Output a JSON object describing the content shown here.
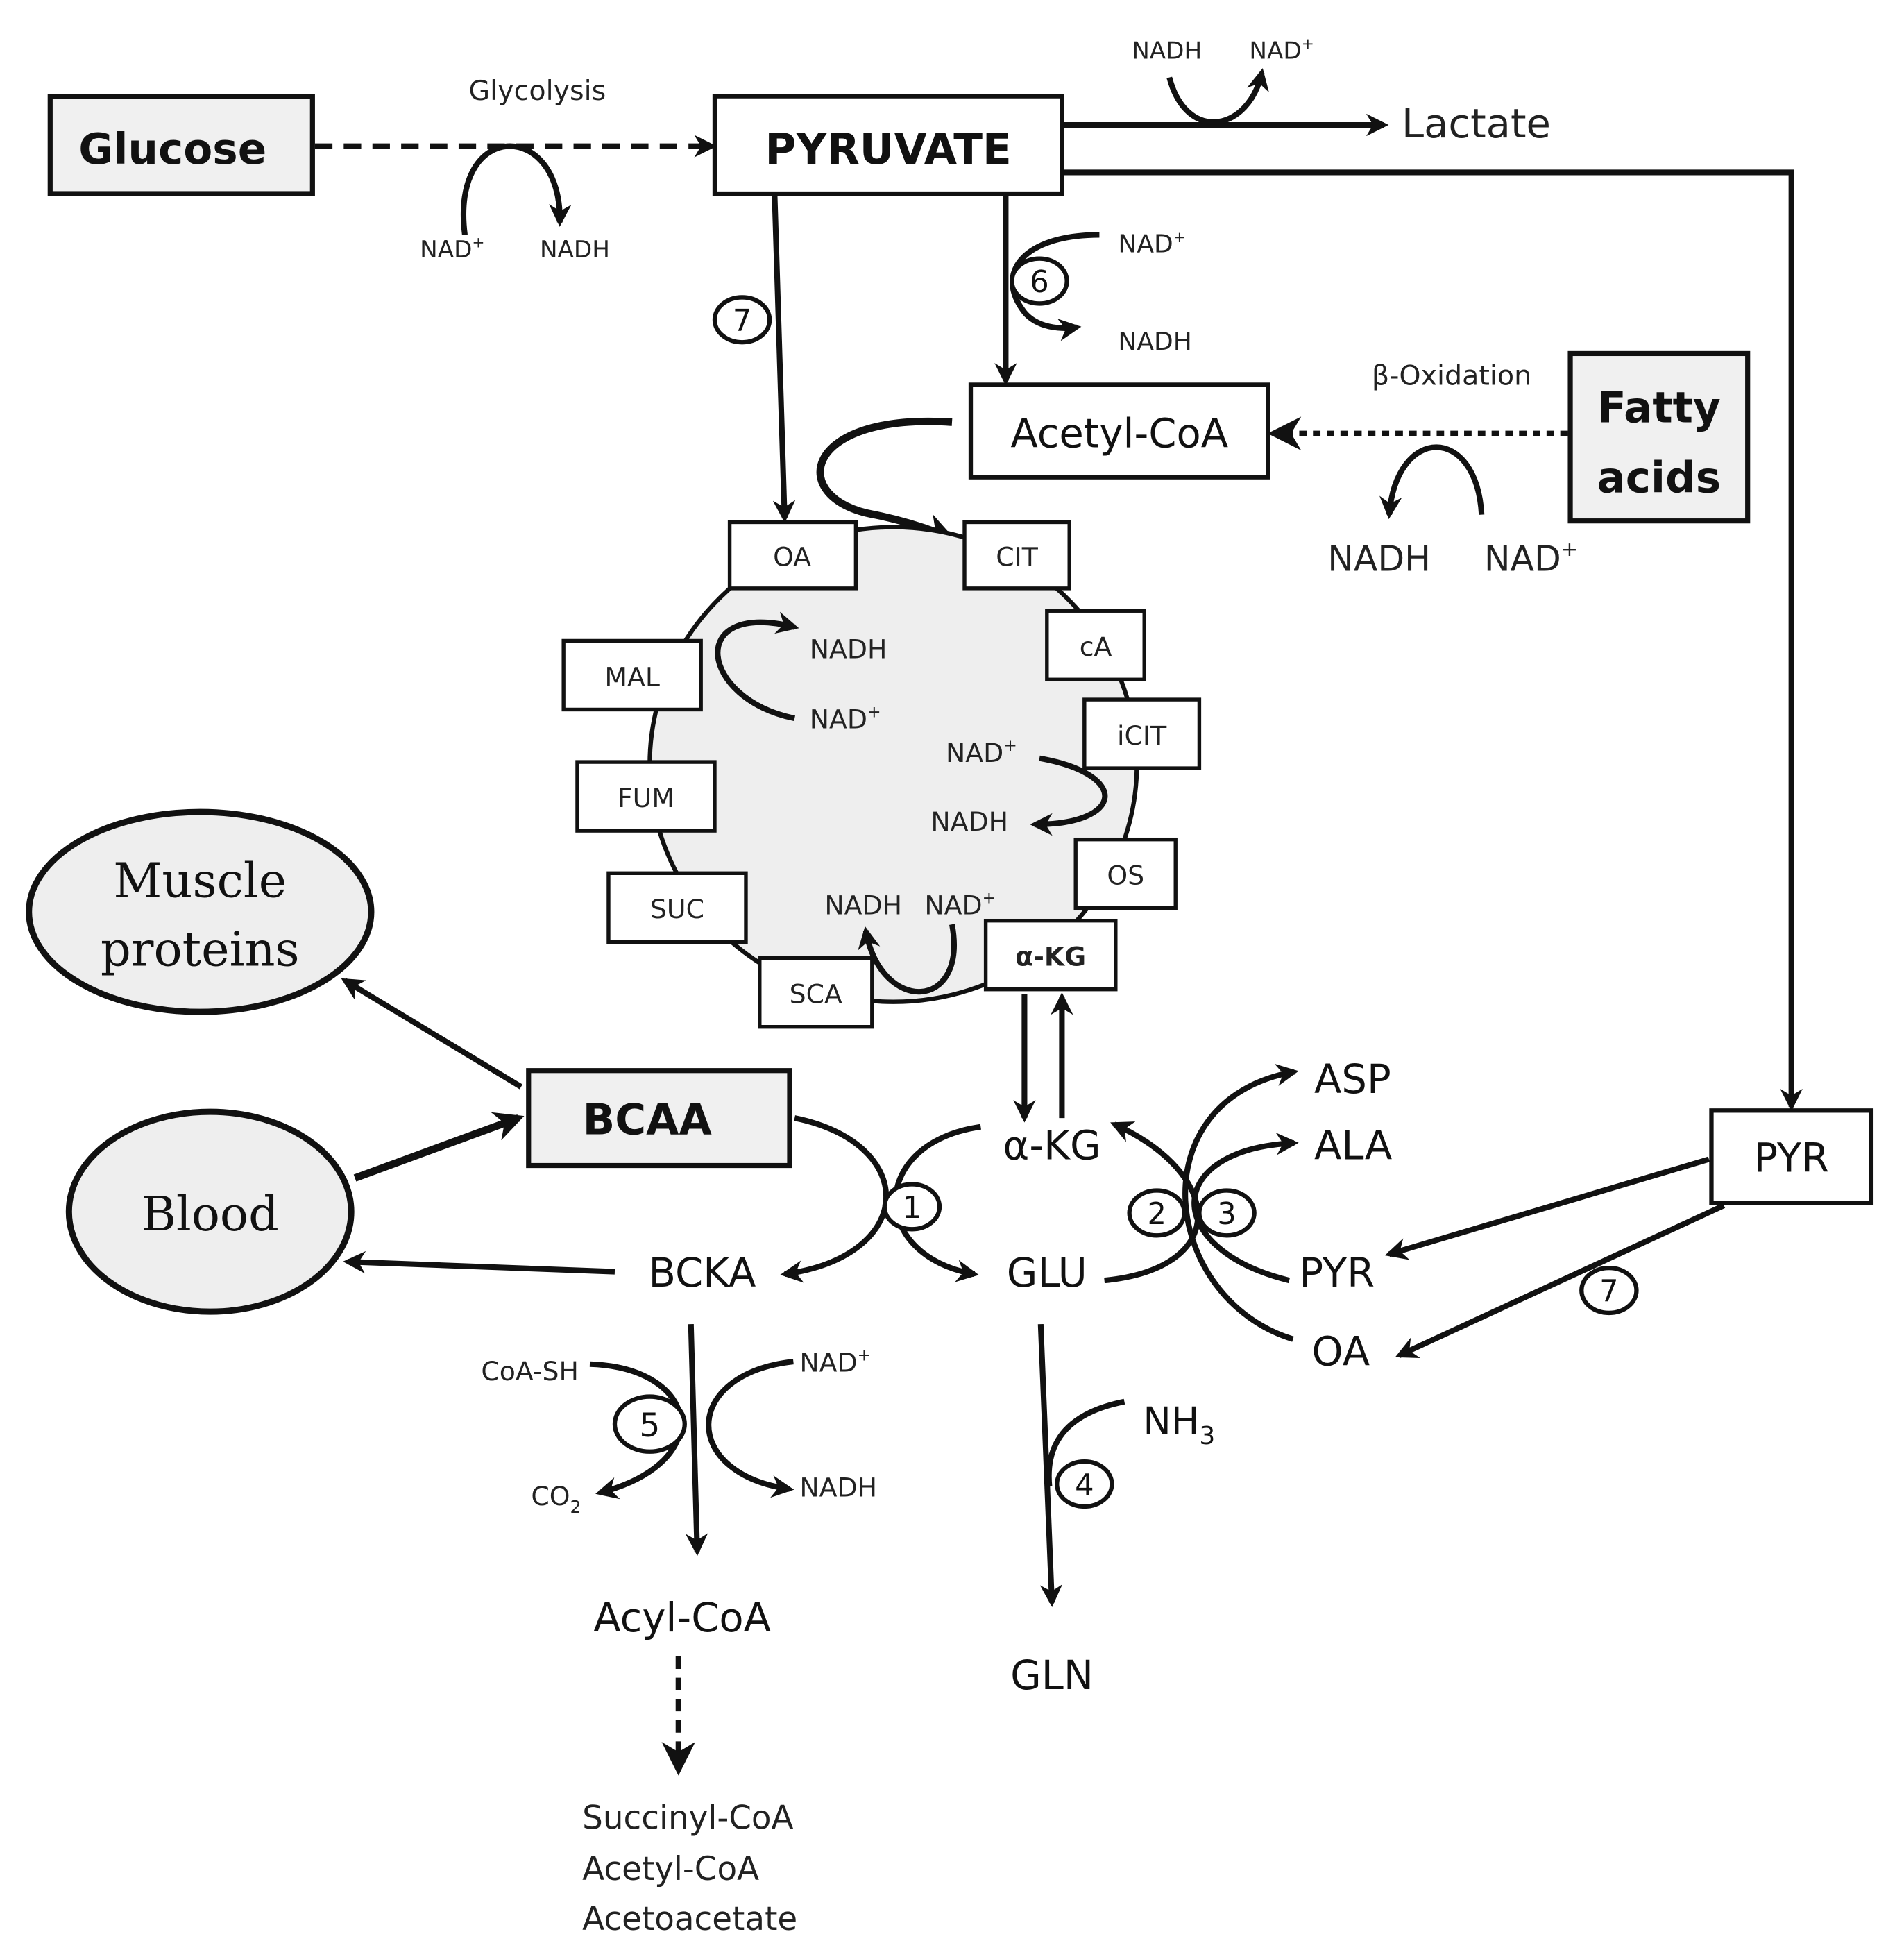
{
  "main_boxes": {
    "glucose": "Glucose",
    "pyruvate": "PYRUVATE",
    "acetyl_coa": "Acetyl-CoA",
    "fatty_acids_line1": "Fatty",
    "fatty_acids_line2": "acids",
    "bcaa": "BCAA",
    "pyr_box": "PYR"
  },
  "ovals": {
    "muscle_line1": "Muscle",
    "muscle_line2": "proteins",
    "blood": "Blood"
  },
  "tca": {
    "oa": "OA",
    "cit": "CIT",
    "ca": "cA",
    "icit": "iCIT",
    "os": "OS",
    "akg": "α-KG",
    "sca": "SCA",
    "suc": "SUC",
    "fum": "FUM",
    "mal": "MAL"
  },
  "labels": {
    "glycolysis": "Glycolysis",
    "beta_oxidation": "β-Oxidation",
    "lactate": "Lactate",
    "akg": "α-KG",
    "glu": "GLU",
    "bcka": "BCKA",
    "asp": "ASP",
    "ala": "ALA",
    "pyr": "PYR",
    "oa": "OA",
    "gln": "GLN",
    "nh3": "NH",
    "nh3_sub": "3",
    "coa_sh": "CoA-SH",
    "co2": "CO",
    "co2_sub": "2",
    "acyl_coa": "Acyl-CoA",
    "products": [
      "Succinyl-CoA",
      "Acetyl-CoA",
      "Acetoacetate"
    ]
  },
  "cofactors": {
    "nad": "NAD",
    "nadh": "NADH",
    "plus": "+"
  },
  "enzymes": [
    "1",
    "2",
    "3",
    "4",
    "5",
    "6",
    "7"
  ]
}
